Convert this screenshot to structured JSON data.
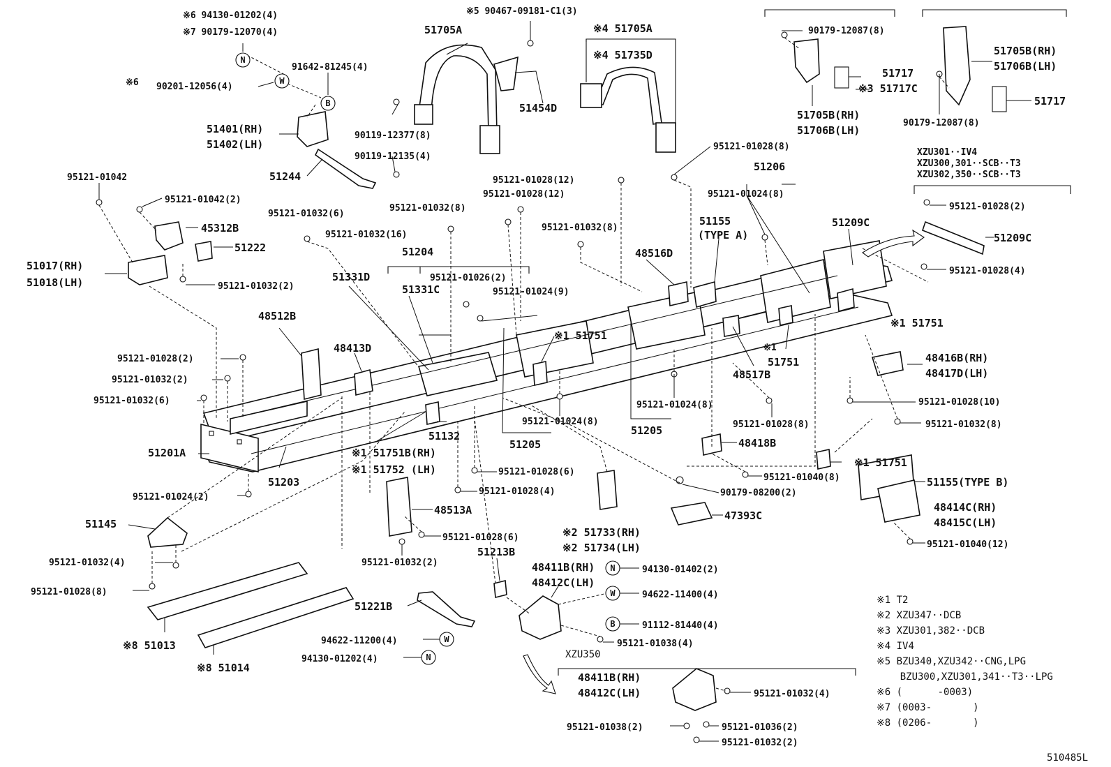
{
  "callouts": {
    "c01": "※6 94130-01202(4)",
    "c02": "※7 90179-12070(4)",
    "c03": "※5 90467-09181-C1(3)",
    "c04": "51705A",
    "c05": "※4 51705A",
    "c06": "※4 51735D",
    "c07": "90179-12087(8)",
    "c08": "51705B(RH)",
    "c09": "51706B(LH)",
    "c10": "51717",
    "c11": "※3 51717C",
    "c12": "51705B(RH)",
    "c13": "51706B(LH)",
    "c14": "51717",
    "c15": "90179-12087(8)",
    "c16": "91642-81245(4)",
    "c17": "※6",
    "c18": "90201-12056(4)",
    "c19": "51454D",
    "c20": "90119-12377(8)",
    "c21": "90119-12135(4)",
    "c22": "51401(RH)",
    "c23": "51402(LH)",
    "c24": "51244",
    "c25": "95121-01028(8)",
    "c26": "XZU301··IV4",
    "c27": "XZU300,301··SCB··T3",
    "c28": "XZU302,350··SCB··T3",
    "c29": "95121-01042",
    "c30": "95121-01042(2)",
    "c31": "45312B",
    "c32": "51222",
    "c33": "51017(RH)",
    "c34": "51018(LH)",
    "c35": "95121-01032(2)",
    "c36": "95121-01028(12)",
    "c37": "95121-01028(12)",
    "c38": "95121-01032(6)",
    "c39": "95121-01032(8)",
    "c40": "95121-01032(16)",
    "c41": "51204",
    "c42": "95121-01032(8)",
    "c43": "51206",
    "c44": "95121-01024(8)",
    "c45": "51155",
    "c46": "(TYPE A)",
    "c47": "51209C",
    "c48": "95121-01028(2)",
    "c49": "51209C",
    "c50": "95121-01028(4)",
    "c51": "51331D",
    "c52": "51331C",
    "c53": "95121-01026(2)",
    "c54": "95121-01024(9)",
    "c55": "48516D",
    "c56": "※1 51751",
    "c57": "48512B",
    "c58": "48413D",
    "c59": "※1 51751",
    "c60": "※1",
    "c61": "51751",
    "c62": "48517B",
    "c63": "48416B(RH)",
    "c64": "48417D(LH)",
    "c65": "95121-01028(2)",
    "c66": "95121-01032(2)",
    "c67": "95121-01032(6)",
    "c68": "95121-01024(8)",
    "c69": "95121-01028(10)",
    "c70": "95121-01028(8)",
    "c71": "95121-01032(8)",
    "c72": "95121-01024(8)",
    "c73": "51205",
    "c74": "51205",
    "c75": "51201A",
    "c76": "51132",
    "c77": "※1 51751B(RH)",
    "c78": "※1 51752  (LH)",
    "c79": "48418B",
    "c80": "※1 51751",
    "c81": "51203",
    "c82": "95121-01028(6)",
    "c83": "95121-01040(8)",
    "c84": "51155(TYPE B)",
    "c85": "95121-01024(2)",
    "c86": "95121-01028(4)",
    "c87": "90179-08200(2)",
    "c88": "48414C(RH)",
    "c89": "48415C(LH)",
    "c90": "48513A",
    "c91": "47393C",
    "c92": "51145",
    "c93": "95121-01028(6)",
    "c94": "※2 51733(RH)",
    "c95": "※2 51734(LH)",
    "c96": "95121-01040(12)",
    "c97": "95121-01032(4)",
    "c98": "95121-01032(2)",
    "c99": "51213B",
    "c100": "48411B(RH)",
    "c101": "48412C(LH)",
    "c102": "94130-01402(2)",
    "c103": "95121-01028(8)",
    "c104": "94622-11400(4)",
    "c105": "51221B",
    "c106": "91112-81440(4)",
    "c107": "94622-11200(4)",
    "c108": "95121-01038(4)",
    "c109": "※8 51013",
    "c110": "94130-01202(4)",
    "c111": "※8 51014",
    "c112": "XZU350",
    "c113": "48411B(RH)",
    "c114": "48412C(LH)",
    "c115": "95121-01032(4)",
    "c116": "95121-01038(2)",
    "c117": "95121-01036(2)",
    "c118": "95121-01032(2)"
  },
  "circle_tags": {
    "n": "N",
    "w": "W",
    "b": "B"
  },
  "notes": [
    "※1 T2",
    "※2 XZU347··DCB",
    "※3 XZU301,382··DCB",
    "※4 IV4",
    "※5 BZU340,XZU342··CNG,LPG",
    "    BZU300,XZU301,341··T3··LPG",
    "※6 (      -0003)",
    "※7 (0003-       )",
    "※8 (0206-       )"
  ],
  "figure_code": "510485L"
}
